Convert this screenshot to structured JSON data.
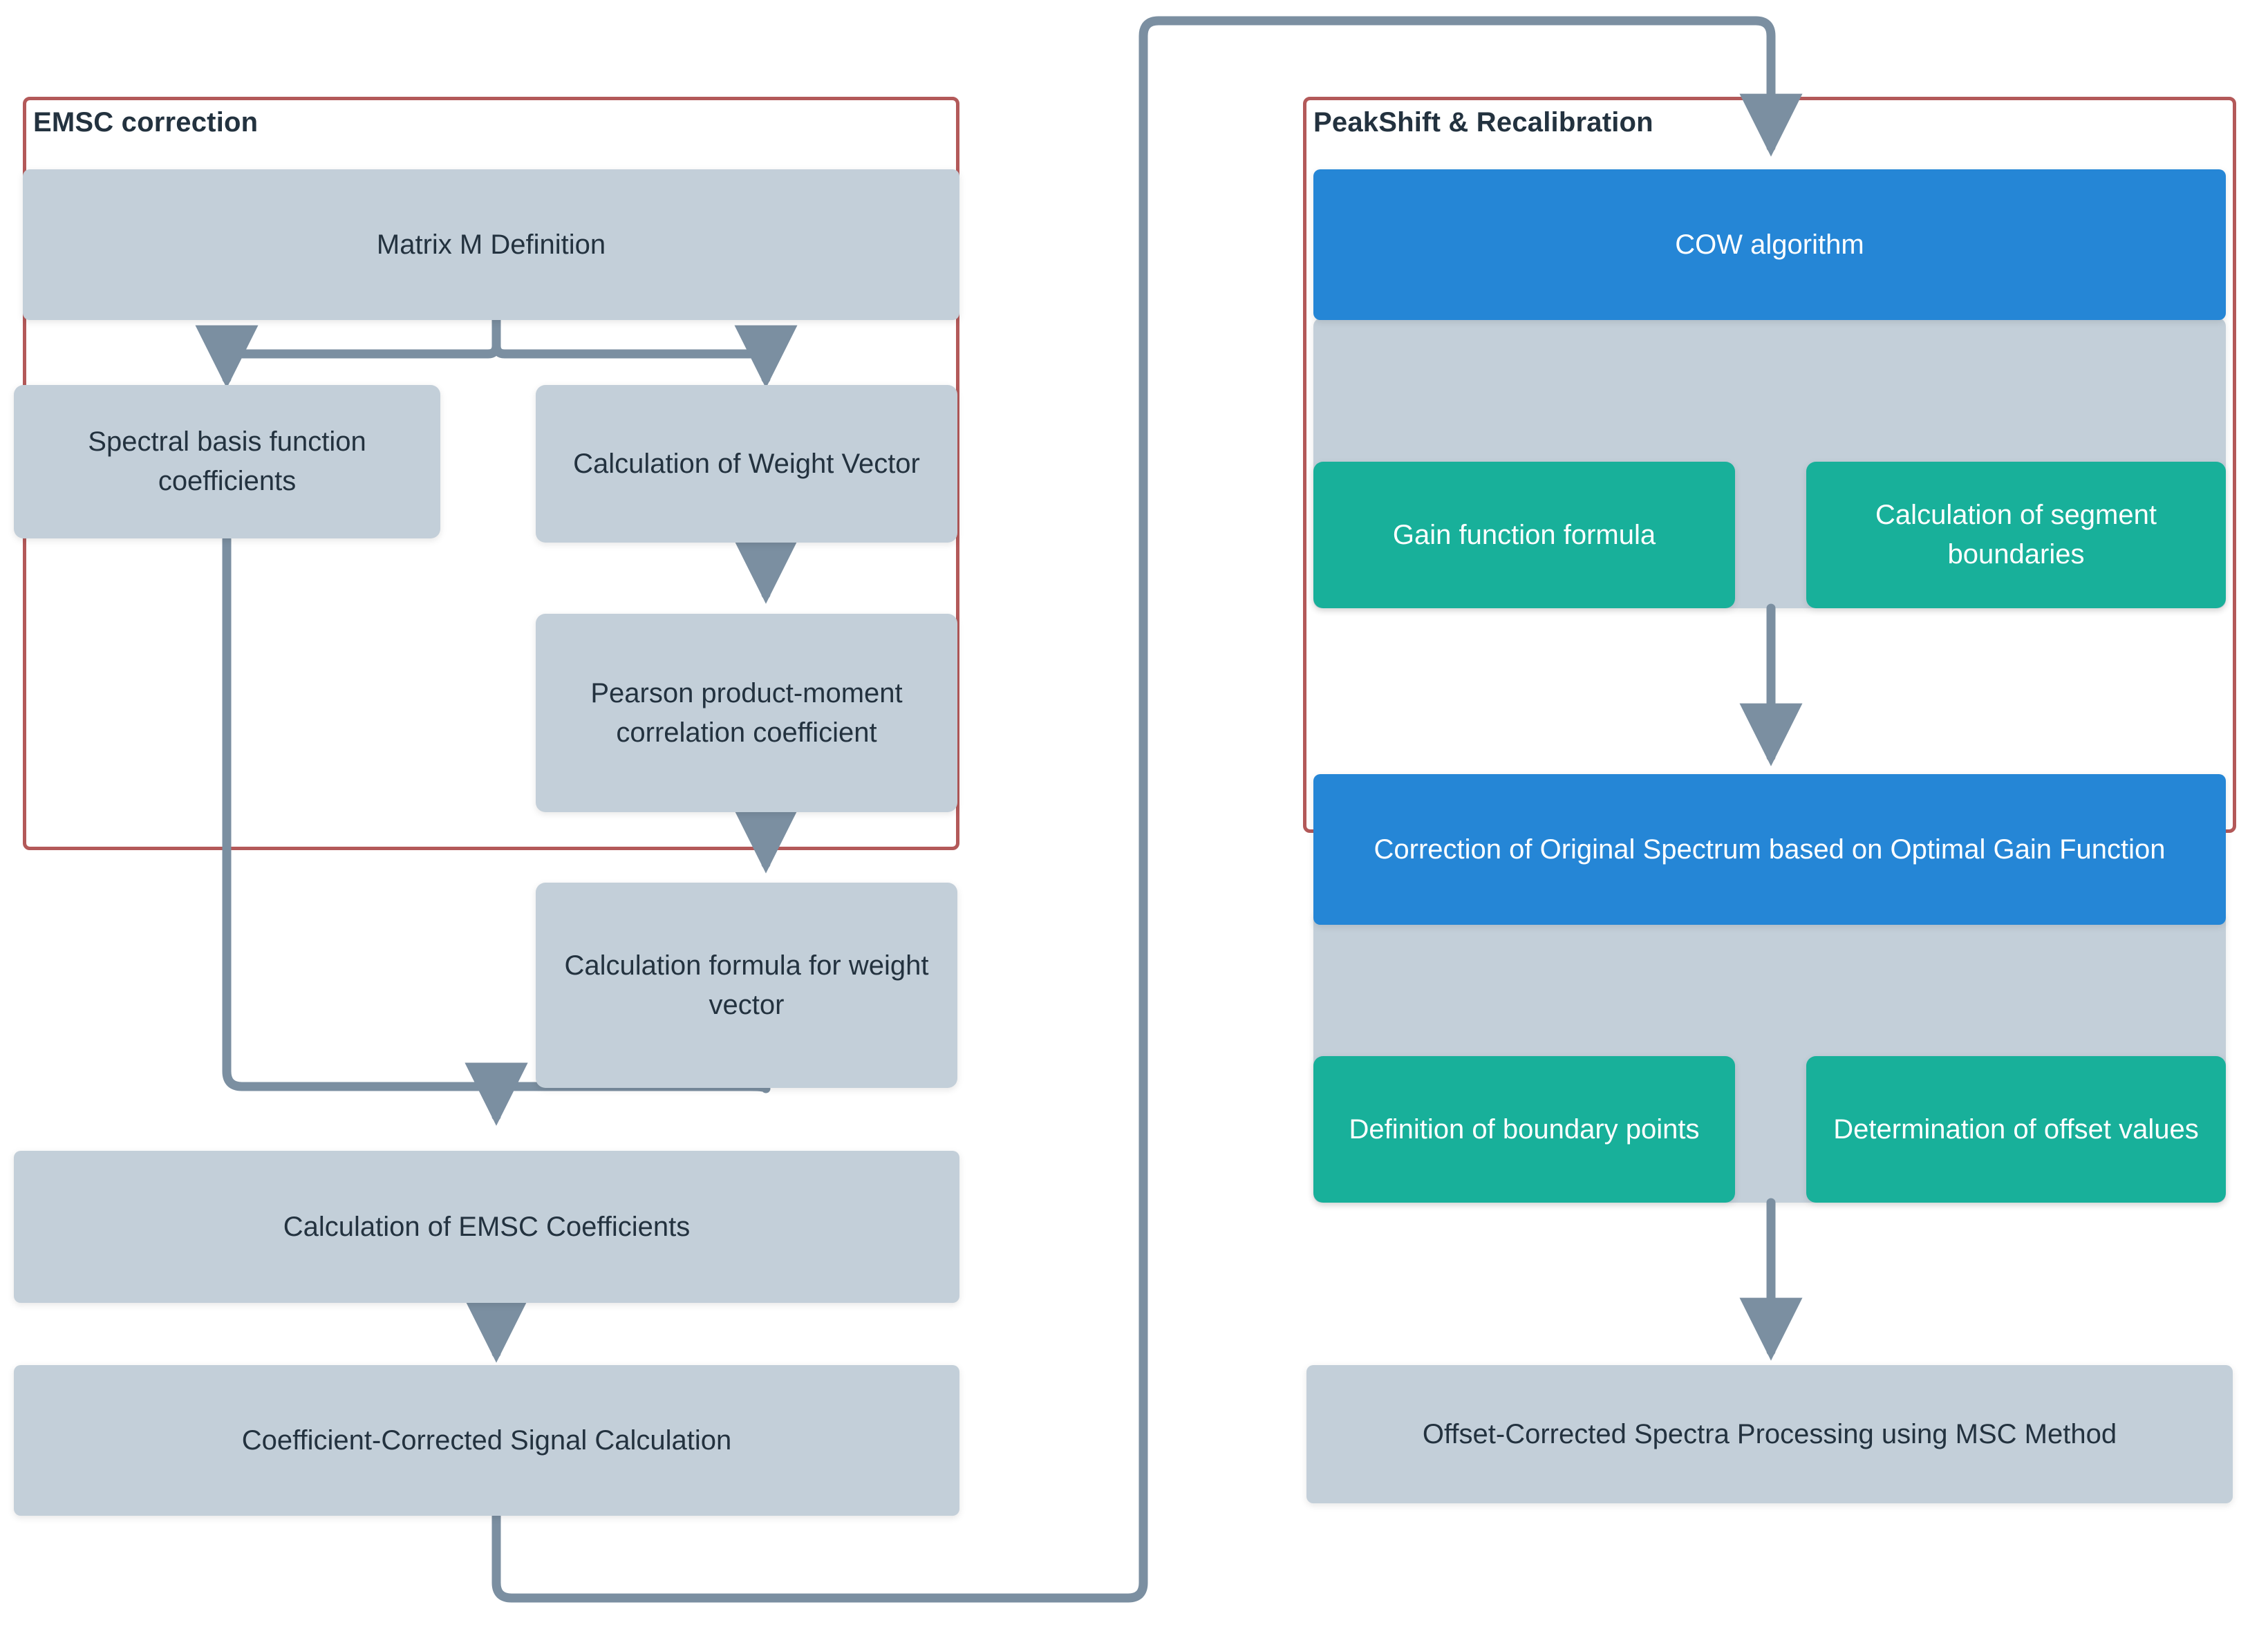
{
  "diagram": {
    "type": "flowchart",
    "accent_colors": {
      "cluster_border": "#b35959",
      "gray_node": "#c3cfd9",
      "blue_node": "#2586d6",
      "green_node": "#18b09a",
      "edge": "#7b8fa1",
      "text_dark": "#23323f",
      "text_light": "#ffffff"
    }
  },
  "clusters": [
    {
      "id": "emsc",
      "title": "EMSC correction"
    },
    {
      "id": "peakshift",
      "title": "PeakShift & Recalibration"
    }
  ],
  "emsc": {
    "nodes": {
      "matrix_m": "Matrix M Definition",
      "spectral_basis": "Spectral basis function coefficients",
      "weight_vector": "Calculation of Weight Vector",
      "pearson": "Pearson product-moment correlation coefficient",
      "weight_formula": "Calculation formula for weight vector",
      "emsc_coeffs": "Calculation of EMSC Coefficients",
      "corrected_signal": "Coefficient-Corrected Signal Calculation"
    }
  },
  "peakshift": {
    "nodes": {
      "cow": "COW algorithm",
      "gain_function": "Gain function formula",
      "segment_boundaries": "Calculation of segment boundaries",
      "correction_optimal_gain": "Correction of Original Spectrum based on Optimal Gain Function",
      "boundary_points": "Definition of boundary points",
      "offset_values": "Determination of offset values",
      "msc_method": "Offset-Corrected Spectra Processing using MSC Method"
    }
  },
  "edges": [
    {
      "from": "matrix_m",
      "to": "spectral_basis"
    },
    {
      "from": "matrix_m",
      "to": "weight_vector"
    },
    {
      "from": "weight_vector",
      "to": "pearson"
    },
    {
      "from": "pearson",
      "to": "weight_formula"
    },
    {
      "from": "spectral_basis",
      "to": "emsc_coeffs"
    },
    {
      "from": "weight_formula",
      "to": "emsc_coeffs"
    },
    {
      "from": "emsc_coeffs",
      "to": "corrected_signal"
    },
    {
      "from": "corrected_signal",
      "to": "cow"
    },
    {
      "from": "cow",
      "to": "gain_function"
    },
    {
      "from": "cow",
      "to": "segment_boundaries"
    },
    {
      "from": "segment_boundaries",
      "to": "correction_optimal_gain"
    },
    {
      "from": "correction_optimal_gain",
      "to": "boundary_points"
    },
    {
      "from": "correction_optimal_gain",
      "to": "offset_values"
    },
    {
      "from": "offset_values",
      "to": "msc_method"
    }
  ]
}
